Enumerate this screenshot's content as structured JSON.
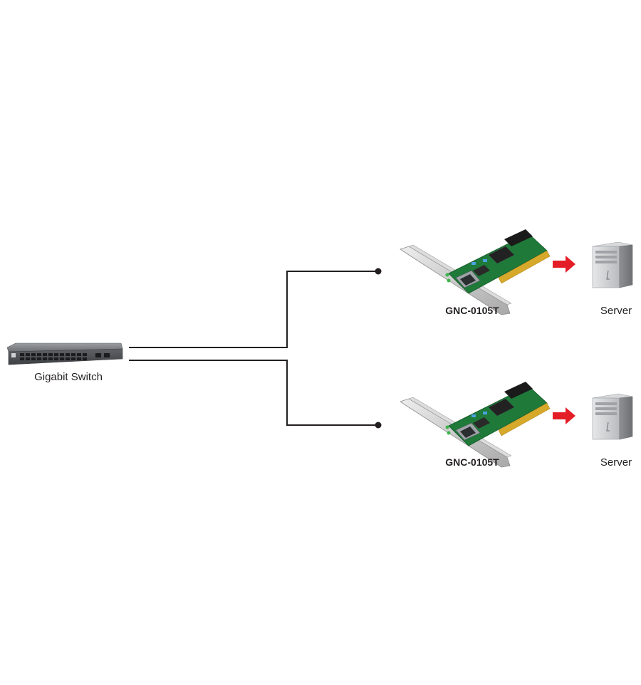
{
  "switch": {
    "label": "Gigabit Switch"
  },
  "branches": [
    {
      "nic_label": "GNC-0105T",
      "server_label": "Server"
    },
    {
      "nic_label": "GNC-0105T",
      "server_label": "Server"
    }
  ],
  "colors": {
    "line": "#231f20",
    "arrow": "#e41e26",
    "pcb": "#1f7a3a",
    "bracket": "#c9c9c9",
    "server_body": "#c8cacc",
    "switch_body": "#6b6e72"
  },
  "icons": [
    "switch-icon",
    "network-card-icon",
    "arrow-right-icon",
    "server-icon"
  ]
}
